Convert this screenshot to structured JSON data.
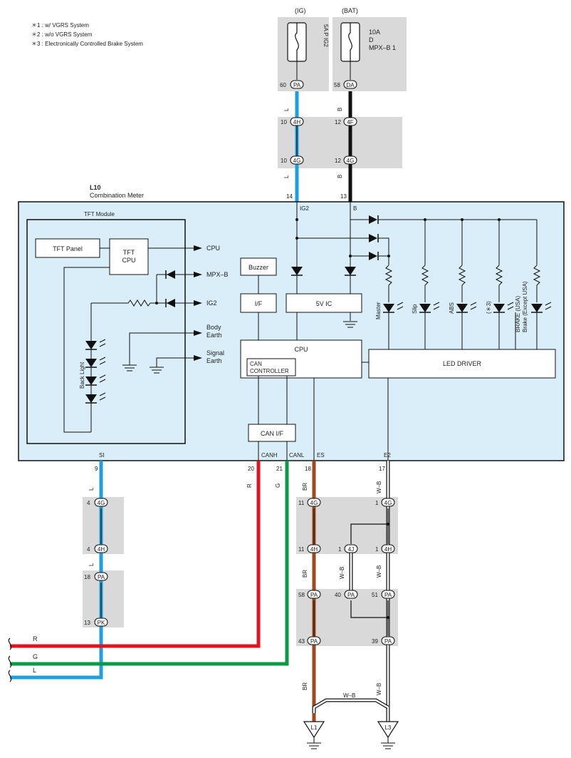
{
  "notes": [
    "＊1 : w/ VGRS System",
    "＊2 : w/o VGRS System",
    "＊3 : Electronically Controlled Brake System"
  ],
  "fuses": {
    "ig": {
      "header": "(IG)",
      "name": "5A P IG2",
      "pin": "60",
      "conn": "PA"
    },
    "bat": {
      "header": "(BAT)",
      "name_lines": [
        "10A",
        "D",
        "MPX–B 1"
      ],
      "pin": "58",
      "conn": "DA"
    }
  },
  "top_junction": {
    "left": {
      "pin_a": "10",
      "conn_a": "4H",
      "pin_b": "10",
      "conn_b": "4G"
    },
    "right": {
      "pin_a": "12",
      "conn_a": "4F",
      "pin_b": "12",
      "conn_b": "4G"
    }
  },
  "wire_colors": {
    "L": "L",
    "B": "B",
    "R": "R",
    "G": "G",
    "BR": "BR",
    "WB": "W–B"
  },
  "meter": {
    "id": "L10",
    "name": "Combination Meter",
    "top_pins": {
      "ig2_pin": "14",
      "ig2_label": "IG2",
      "b_pin": "13",
      "b_label": "B"
    },
    "bottom_pins": [
      {
        "pin": "9",
        "label": "SI"
      },
      {
        "pin": "20",
        "label": "CANH"
      },
      {
        "pin": "21",
        "label": "CANL"
      },
      {
        "pin": "18",
        "label": "ES"
      },
      {
        "pin": "17",
        "label": "E2"
      }
    ]
  },
  "tft": {
    "title": "TFT Module",
    "panel": "TFT Panel",
    "cpu": [
      "TFT",
      "CPU"
    ],
    "outputs": {
      "cpu": "CPU",
      "mpxb": "MPX–B",
      "ig2": "IG2",
      "body_earth": [
        "Body",
        "Earth"
      ],
      "signal_earth": [
        "Signal",
        "Earth"
      ]
    },
    "back_light": "Back Light"
  },
  "blocks": {
    "buzzer": "Buzzer",
    "if": "I/F",
    "vic": "5V IC",
    "cpu": "CPU",
    "can_ctrl": [
      "CAN",
      "CONTROLLER"
    ],
    "can_if": "CAN I/F",
    "led_driver": "LED DRIVER"
  },
  "leds": [
    "Master",
    "Slip",
    "ABS",
    "(＊3)"
  ],
  "led_brake": [
    "BRAKE (USA)",
    "Brake (Except USA)"
  ],
  "si_junction": [
    {
      "pin": "4",
      "conn": "4G"
    },
    {
      "pin": "4",
      "conn": "4H"
    },
    {
      "pin": "18",
      "conn": "PA"
    },
    {
      "pin": "13",
      "conn": "PK"
    }
  ],
  "ground_junction": {
    "row1": [
      {
        "pin": "11",
        "conn": "4G"
      },
      {
        "pin": "1",
        "conn": "4G"
      }
    ],
    "row2": [
      {
        "pin": "11",
        "conn": "4H"
      },
      {
        "pin": "1",
        "conn": "4J"
      },
      {
        "pin": "1",
        "conn": "4H"
      }
    ],
    "row3": [
      {
        "pin": "58",
        "conn": "PA"
      },
      {
        "pin": "40",
        "conn": "PA"
      },
      {
        "pin": "51",
        "conn": "PA"
      }
    ],
    "row4": [
      {
        "pin": "43",
        "conn": "PA"
      },
      {
        "pin": "39",
        "conn": "PA"
      }
    ]
  },
  "grounds": [
    "L1",
    "L3"
  ],
  "colors": {
    "blue": "#1fa0dc",
    "red": "#e0141e",
    "green": "#0a9a48",
    "brown": "#9c4a1e",
    "black": "#111111",
    "meter_bg": "#d9eef9",
    "junction_bg": "#d9d9d9"
  }
}
